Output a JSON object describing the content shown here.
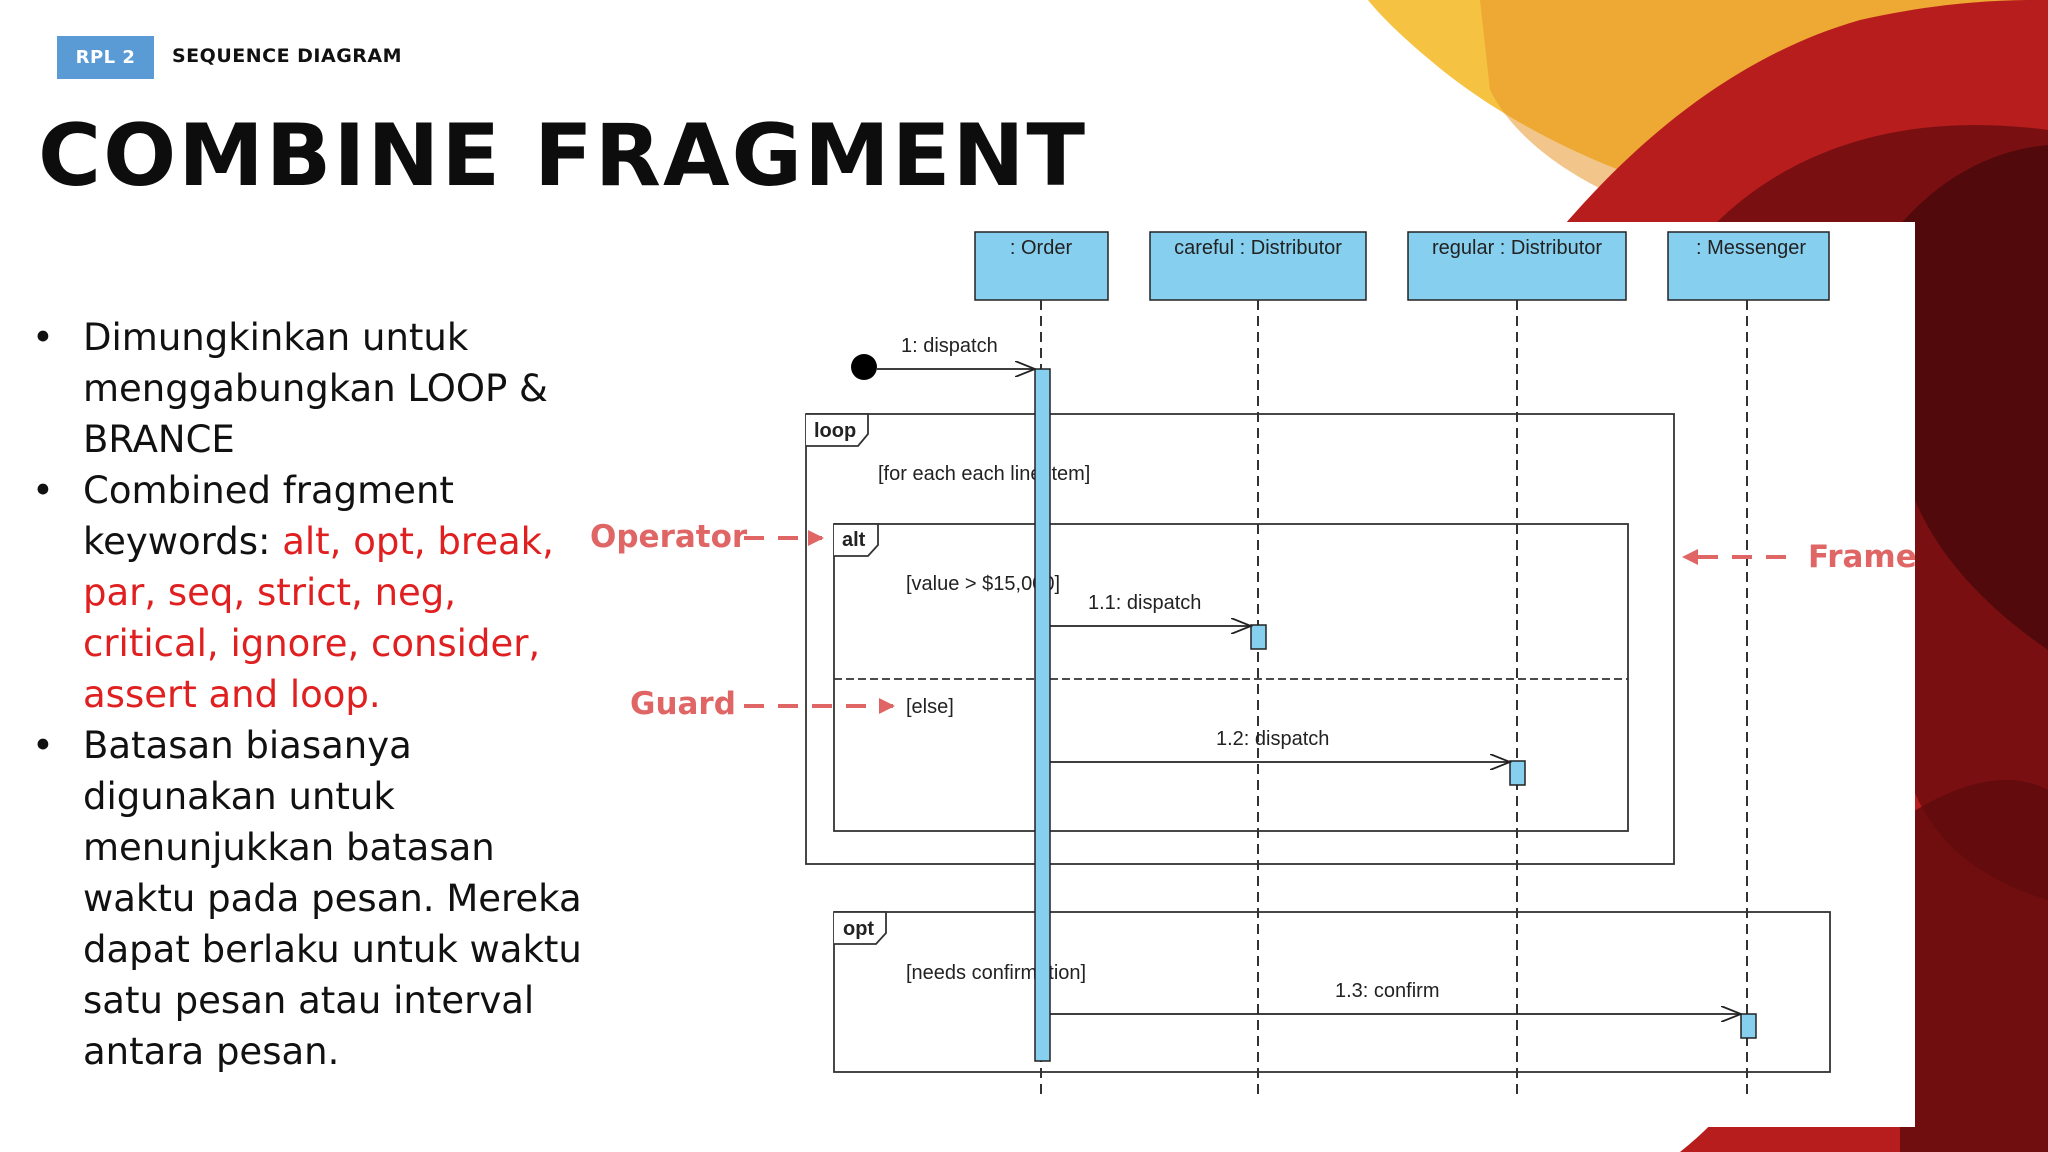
{
  "header": {
    "badge": "RPL 2",
    "section": "SEQUENCE DIAGRAM"
  },
  "title": "COMBINE FRAGMENT",
  "bullets": [
    {
      "text": "Dimungkinkan untuk menggabungkan LOOP & BRANCE",
      "highlight": ""
    },
    {
      "text": "Combined fragment keywords: ",
      "highlight": "alt, opt, break, par, seq, strict, neg, critical, ignore, consider, assert and loop."
    },
    {
      "text": "Batasan biasanya digunakan untuk menunjukkan batasan waktu pada pesan. Mereka dapat berlaku untuk waktu satu pesan atau interval antara pesan.",
      "highlight": ""
    }
  ],
  "diagram": {
    "lifelines": [
      ": Order",
      "careful : Distributor",
      "regular : Distributor",
      ": Messenger"
    ],
    "messages": [
      "1: dispatch",
      "1.1: dispatch",
      "1.2: dispatch",
      "1.3: confirm"
    ],
    "fragments": {
      "loop": {
        "label": "loop",
        "guard": "[for each each line item]"
      },
      "alt": {
        "label": "alt",
        "guard1": "[value > $15,000]",
        "guard2": "[else]"
      },
      "opt": {
        "label": "opt",
        "guard": "[needs confirmation]"
      }
    },
    "annotations": {
      "operator": "Operator",
      "guard": "Guard",
      "frame": "Frame"
    }
  },
  "colors": {
    "badge": "#5b9bd5",
    "accent_red": "#e02020",
    "annotation": "#e06666",
    "lifeline_box": "#87cfee"
  }
}
